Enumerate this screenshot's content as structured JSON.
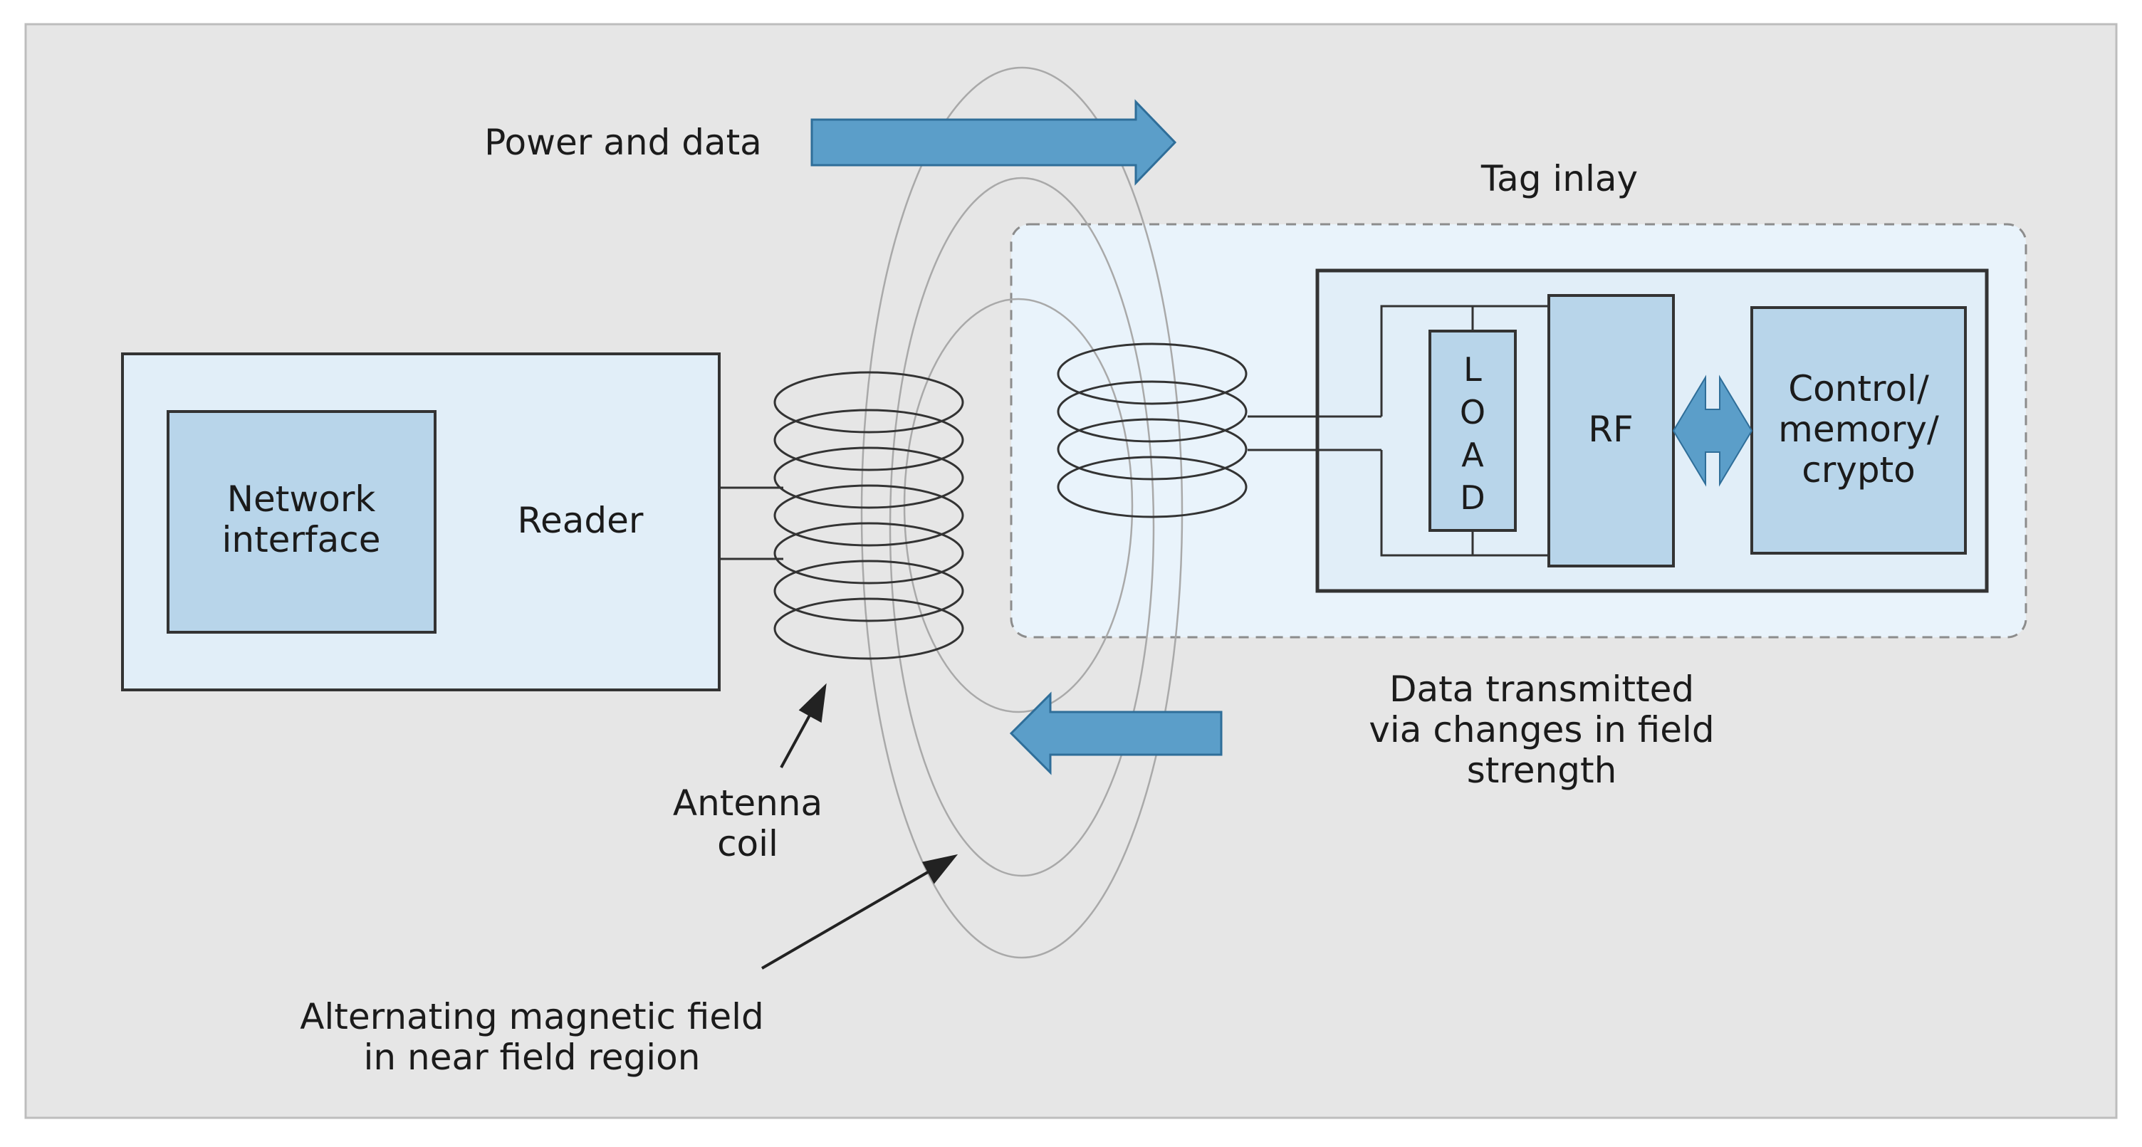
{
  "colors": {
    "panel_bg": "#e6e6e6",
    "box_fill": "#e1eef8",
    "inner_fill": "#b8d5ea",
    "arrow_fill": "#5b9ec9",
    "line": "#333333",
    "field_line": "#a9a9a9"
  },
  "labels": {
    "power_and_data": "Power and data",
    "tag_inlay": "Tag inlay",
    "network_interface_line1": "Network",
    "network_interface_line2": "interface",
    "reader": "Reader",
    "load": [
      "L",
      "O",
      "A",
      "D"
    ],
    "rf": "RF",
    "control_line1": "Control/",
    "control_line2": "memory/",
    "control_line3": "crypto",
    "data_transmitted_line1": "Data transmitted",
    "data_transmitted_line2": "via changes in field",
    "data_transmitted_line3": "strength",
    "antenna_coil_line1": "Antenna",
    "antenna_coil_line2": "coil",
    "magnetic_field_line1": "Alternating magnetic field",
    "magnetic_field_line2": "in near field region"
  },
  "icons": {
    "power_arrow": "right-arrow-icon",
    "data_arrow": "left-arrow-icon",
    "bus_arrow": "double-arrow-icon",
    "pointer_arrows": "arrowhead-icon"
  }
}
